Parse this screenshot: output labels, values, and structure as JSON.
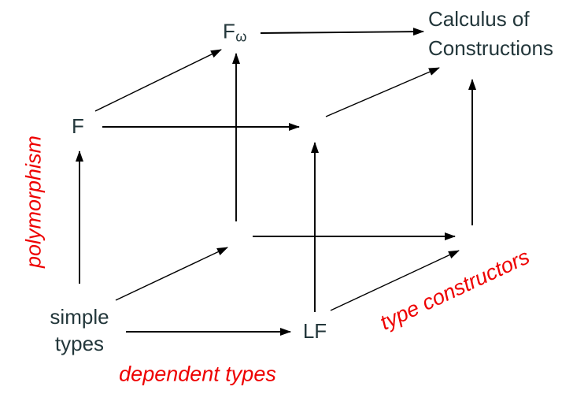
{
  "nodes": {
    "f_omega": {
      "base": "F",
      "sub": "ω"
    },
    "calculus_of_constructions": {
      "line1": "Calculus of",
      "line2": "Constructions"
    },
    "f": {
      "label": "F"
    },
    "simple_types": {
      "line1": "simple",
      "line2": "types"
    },
    "lf": {
      "label": "LF"
    }
  },
  "axis_labels": {
    "polymorphism": "polymorphism",
    "dependent_types": "dependent types",
    "type_constructors": "type constructors"
  },
  "colors": {
    "background": "#ffffff",
    "node_text": "#23373b",
    "axis_label": "#ee0000",
    "arrow": "#000000"
  }
}
